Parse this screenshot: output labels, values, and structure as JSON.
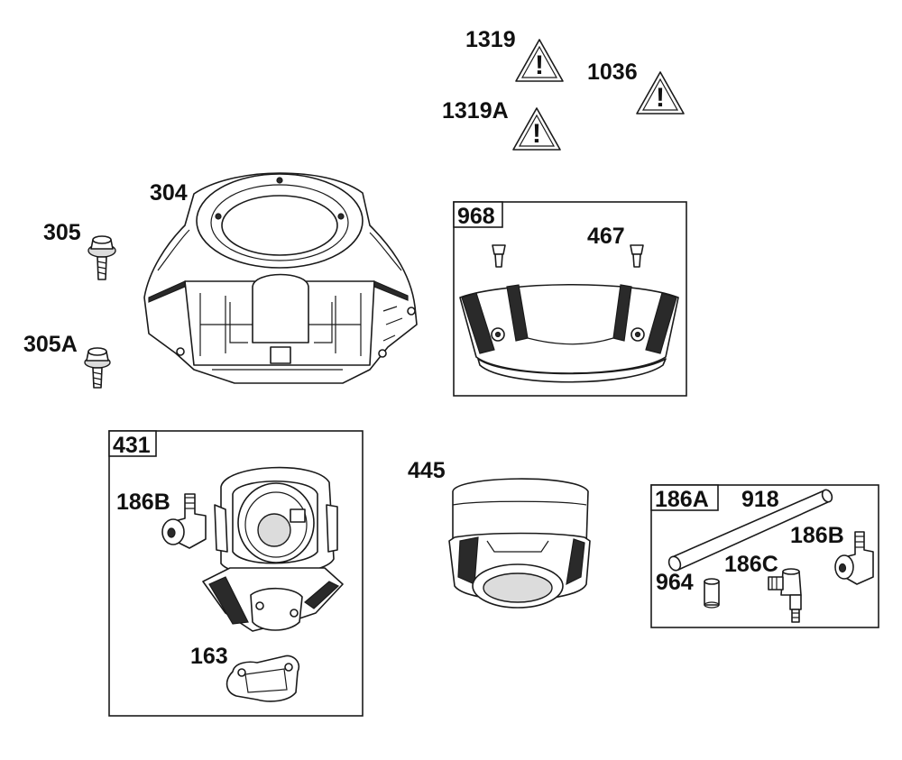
{
  "callouts": {
    "c1319": "1319",
    "c1036": "1036",
    "c1319A": "1319A",
    "c304": "304",
    "c305": "305",
    "c305A": "305A",
    "c467": "467",
    "c445": "445",
    "c186B_left": "186B",
    "c163": "163",
    "c918": "918",
    "c186B_right": "186B",
    "c186C": "186C",
    "c964": "964"
  },
  "kits": {
    "k968": "968",
    "k431": "431",
    "k186A": "186A"
  },
  "warning_symbol": "!",
  "colors": {
    "ink": "#1a1a1a",
    "background": "#ffffff",
    "shade": "#2a2a2a"
  }
}
